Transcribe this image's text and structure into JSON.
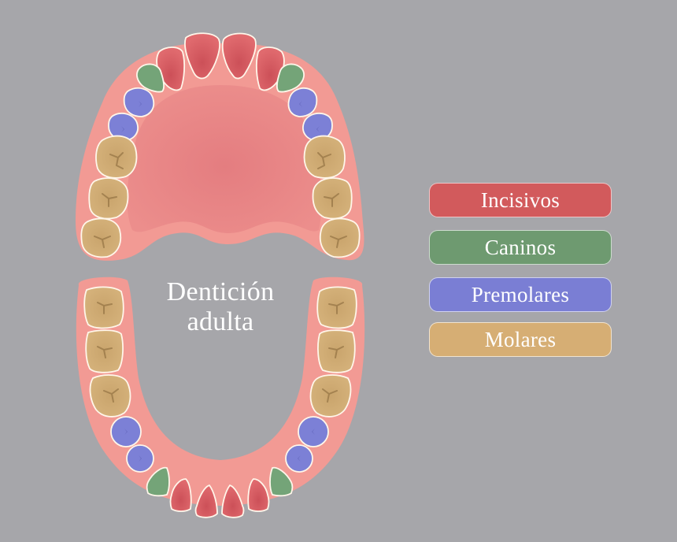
{
  "title": {
    "line1": "Dentición",
    "line2": "adulta"
  },
  "legend": {
    "items": [
      {
        "label": "Incisivos",
        "color": "#d25a5c"
      },
      {
        "label": "Caninos",
        "color": "#6e9a70"
      },
      {
        "label": "Premolares",
        "color": "#7a7ed4"
      },
      {
        "label": "Molares",
        "color": "#d6ae74"
      }
    ]
  },
  "colors": {
    "background": "#a6a6aa",
    "gum": "#f29a94",
    "palate": "#e88a88",
    "incisor": "#dc6468",
    "canine": "#74a478",
    "premolar": "#7c80d6",
    "molar": "#cfaa72",
    "outline": "#fff6ea"
  },
  "arches": {
    "upper": {
      "incisors": 4,
      "canines": 2,
      "premolars": 4,
      "molars": 6
    },
    "lower": {
      "incisors": 4,
      "canines": 2,
      "premolars": 4,
      "molars": 6
    }
  }
}
